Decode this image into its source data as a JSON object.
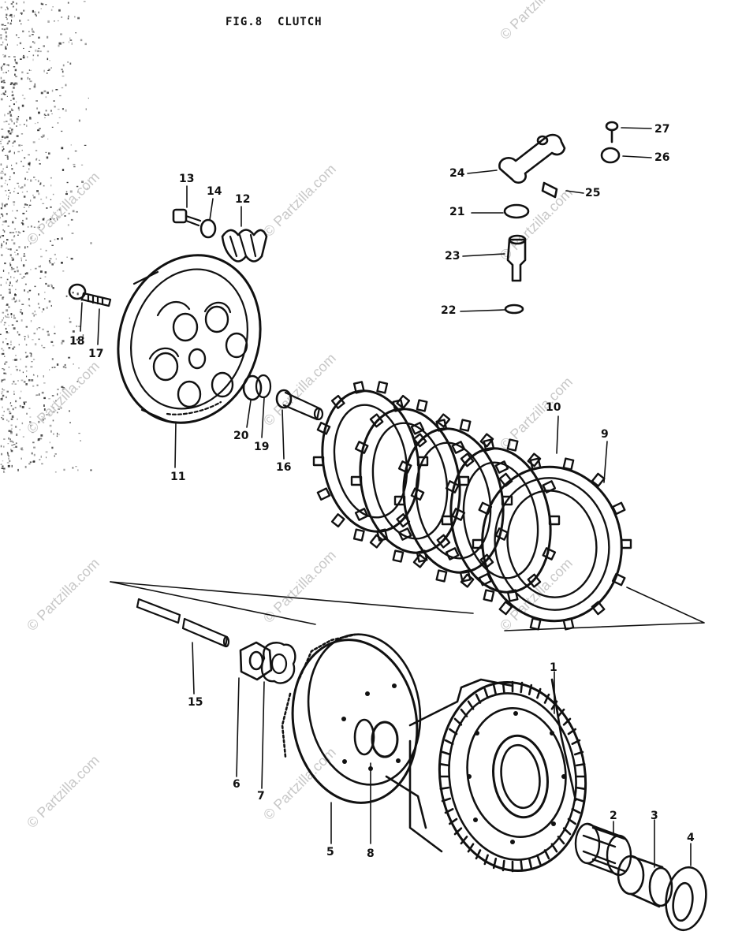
{
  "title": "FIG.8  CLUTCH",
  "watermark": "© Partzilla.com",
  "callouts": [
    {
      "id": "c1",
      "text": "1"
    },
    {
      "id": "c2",
      "text": "2"
    },
    {
      "id": "c3",
      "text": "3"
    },
    {
      "id": "c4",
      "text": "4"
    },
    {
      "id": "c5",
      "text": "5"
    },
    {
      "id": "c6",
      "text": "6"
    },
    {
      "id": "c7",
      "text": "7"
    },
    {
      "id": "c8",
      "text": "8"
    },
    {
      "id": "c9",
      "text": "9"
    },
    {
      "id": "c10",
      "text": "10"
    },
    {
      "id": "c11",
      "text": "11"
    },
    {
      "id": "c12",
      "text": "12"
    },
    {
      "id": "c13",
      "text": "13"
    },
    {
      "id": "c14",
      "text": "14"
    },
    {
      "id": "c15",
      "text": "15"
    },
    {
      "id": "c16",
      "text": "16"
    },
    {
      "id": "c17",
      "text": "17"
    },
    {
      "id": "c18",
      "text": "18"
    },
    {
      "id": "c19",
      "text": "19"
    },
    {
      "id": "c20",
      "text": "20"
    },
    {
      "id": "c21",
      "text": "21"
    },
    {
      "id": "c22",
      "text": "22"
    },
    {
      "id": "c23",
      "text": "23"
    },
    {
      "id": "c24",
      "text": "24"
    },
    {
      "id": "c25",
      "text": "25"
    },
    {
      "id": "c26",
      "text": "26"
    },
    {
      "id": "c27",
      "text": "27"
    }
  ]
}
